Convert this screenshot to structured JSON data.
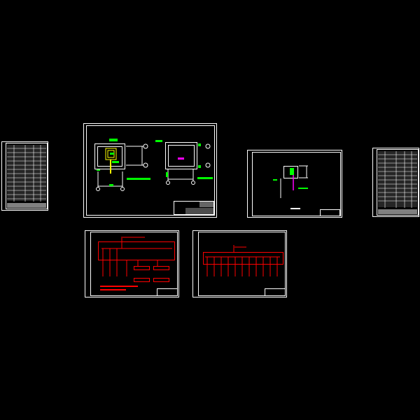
{
  "viewer": {
    "background": "#000000"
  },
  "colors": {
    "frame": "#ffffff",
    "plan": "#00ff00",
    "pipe": "#ffff00",
    "accent": "#ff00ff",
    "schematic": "#ff0000"
  },
  "sheets": [
    {
      "id": "schedule-left",
      "kind": "table"
    },
    {
      "id": "plan-sections",
      "kind": "plan"
    },
    {
      "id": "detail-plan",
      "kind": "plan"
    },
    {
      "id": "schedule-right",
      "kind": "table"
    },
    {
      "id": "schematic-1",
      "kind": "wiring"
    },
    {
      "id": "schematic-2",
      "kind": "wiring"
    }
  ]
}
